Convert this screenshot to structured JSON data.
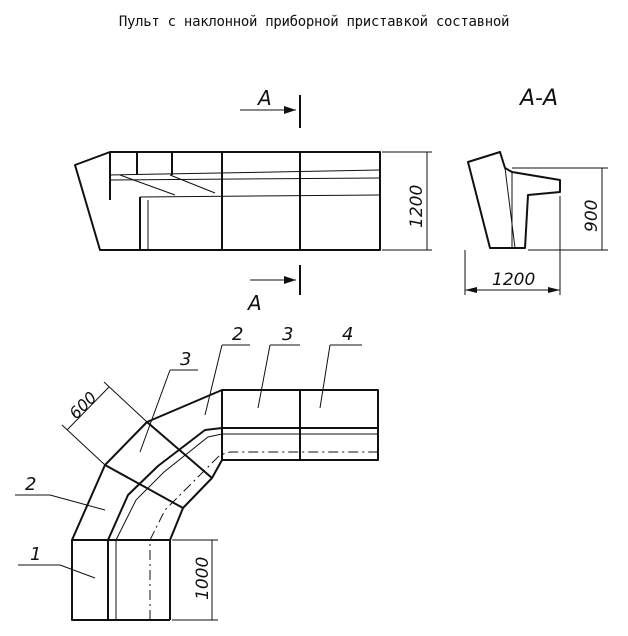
{
  "title": "Пульт с наклонной приборной приставкой составной",
  "front_view": {
    "section_mark_top": "A",
    "section_mark_bottom": "A",
    "height_dim": "1200"
  },
  "section_view": {
    "label": "A-A",
    "height_dim": "900",
    "depth_dim": "1200"
  },
  "plan_view": {
    "width_dim": "600",
    "height_dim": "1000",
    "callouts": [
      "1",
      "2",
      "3",
      "2",
      "3",
      "4"
    ]
  }
}
